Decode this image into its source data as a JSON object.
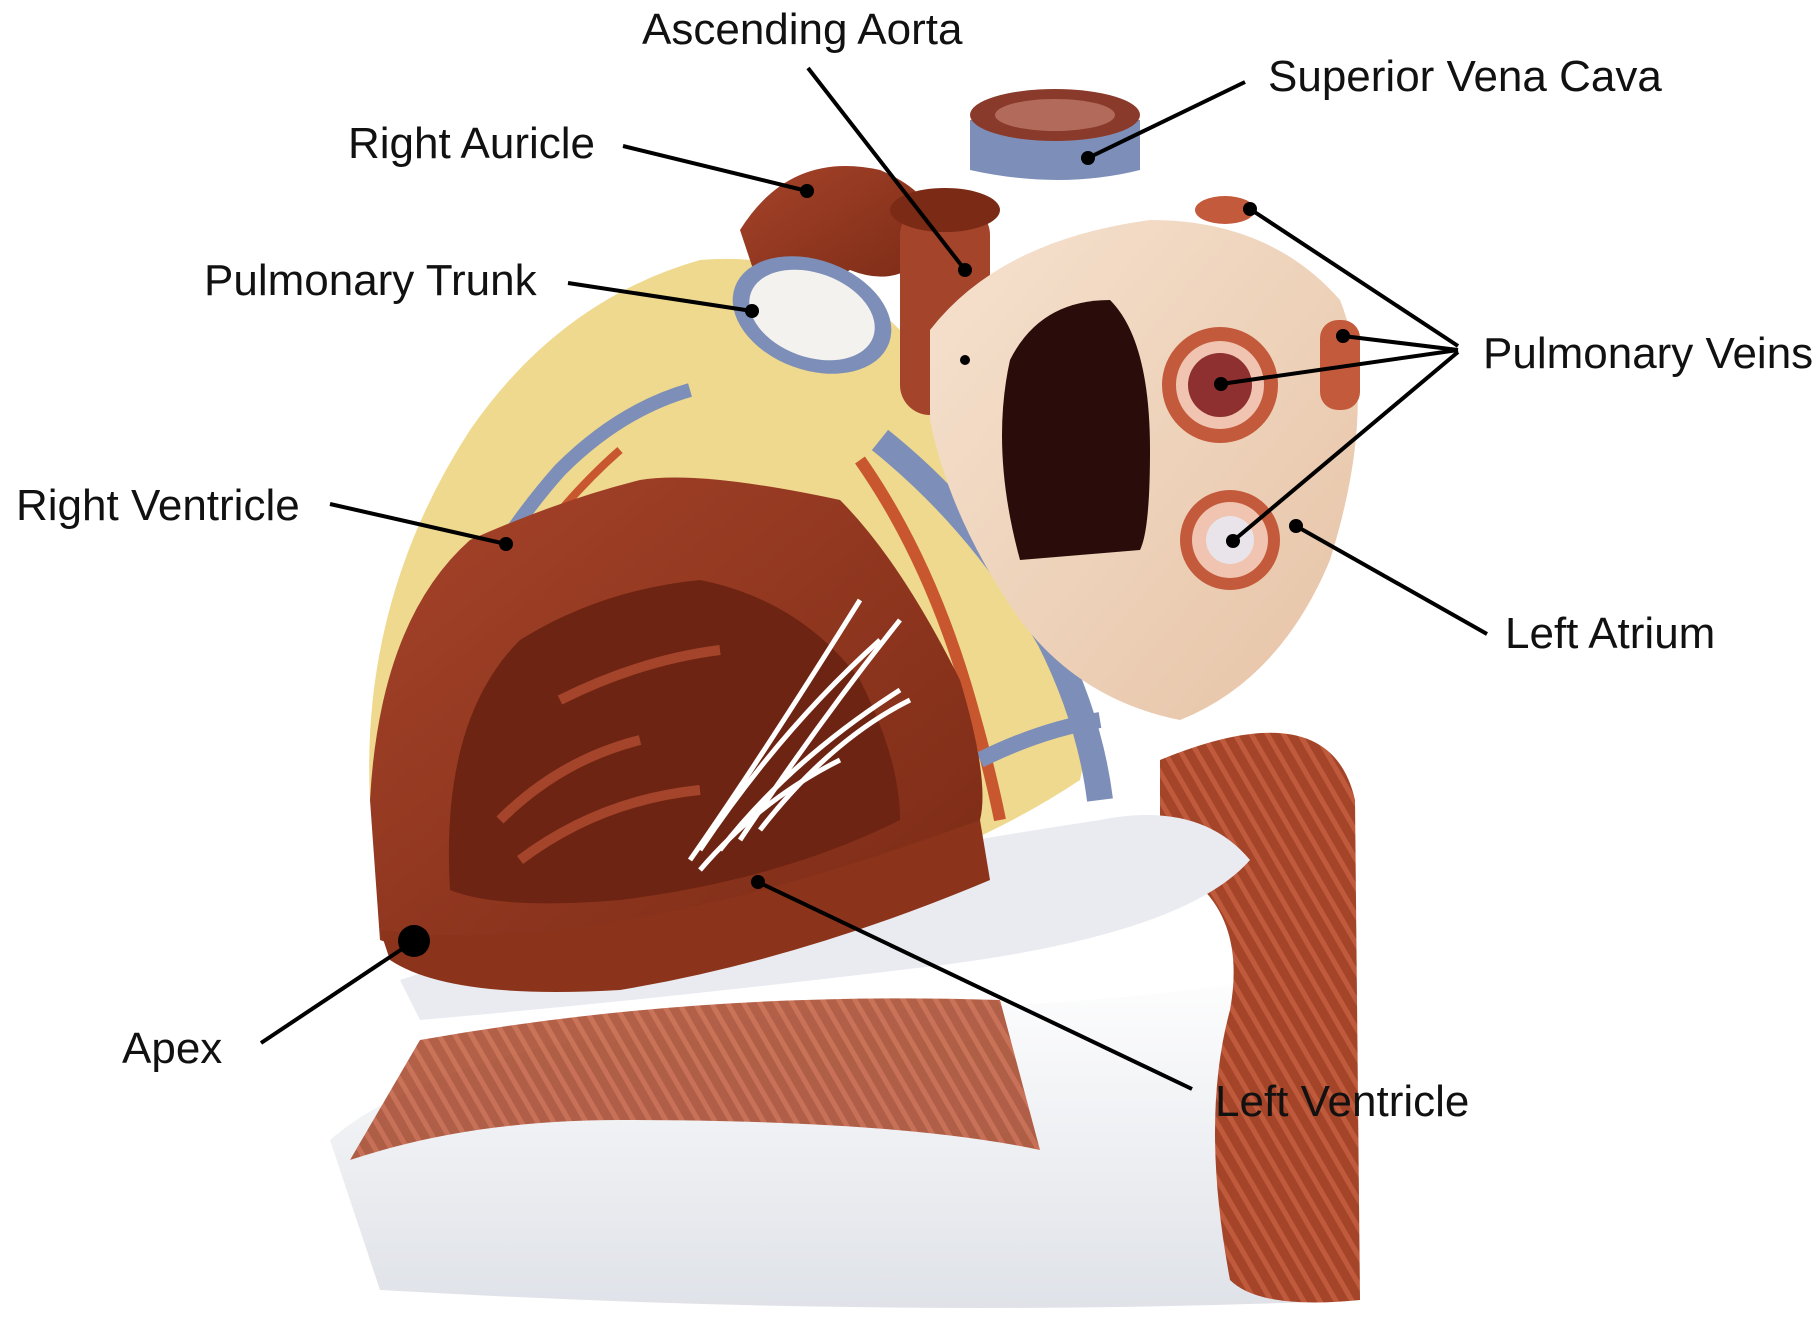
{
  "labels": {
    "ascending_aorta": "Ascending Aorta",
    "superior_vena_cava": "Superior Vena Cava",
    "right_auricle": "Right Auricle",
    "pulmonary_trunk": "Pulmonary Trunk",
    "pulmonary_veins": "Pulmonary Veins",
    "right_ventricle": "Right Ventricle",
    "left_atrium": "Left Atrium",
    "apex": "Apex",
    "left_ventricle": "Left Ventricle"
  },
  "colors": {
    "myocardium": "#9e3b1e",
    "myocardium_dark": "#6e2412",
    "fat_yellow": "#efd98e",
    "vein_blue": "#7d8fb8",
    "atrium_pink": "#f0d3bb",
    "base_white": "#eceef2",
    "leader_line": "#000000"
  }
}
